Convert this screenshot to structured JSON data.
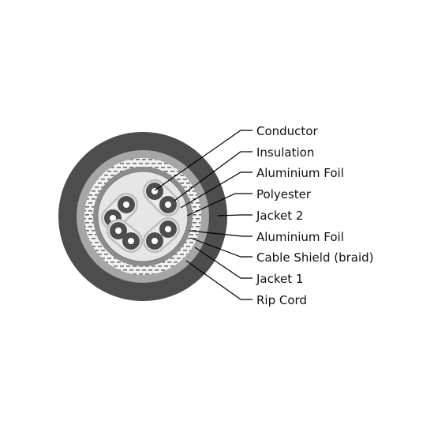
{
  "colors": {
    "jacket_outer": "#4d4d4d",
    "jacket_inner": "#a6a6a6",
    "braid_background": "#f2f2f2",
    "braid_dash": "#6e6e6e",
    "foil_ring": "#8c8c8c",
    "core_fill": "#e6e6e6",
    "pair_foil": "#bdbdbd",
    "insulation": "#4d4d4d",
    "conductor": "#ffffff",
    "leader_line": "#000000"
  },
  "labels": [
    {
      "id": "conductor",
      "text": "Conductor"
    },
    {
      "id": "insulation",
      "text": "Insulation"
    },
    {
      "id": "pair-foil",
      "text": "Aluminium Foil"
    },
    {
      "id": "polyester",
      "text": "Polyester"
    },
    {
      "id": "jacket-2",
      "text": "Jacket 2"
    },
    {
      "id": "overall-foil",
      "text": "Aluminium Foil"
    },
    {
      "id": "cable-shield",
      "text": "Cable Shield (braid)"
    },
    {
      "id": "jacket-1",
      "text": "Jacket 1"
    },
    {
      "id": "rip-cord",
      "text": "Rip Cord"
    }
  ]
}
